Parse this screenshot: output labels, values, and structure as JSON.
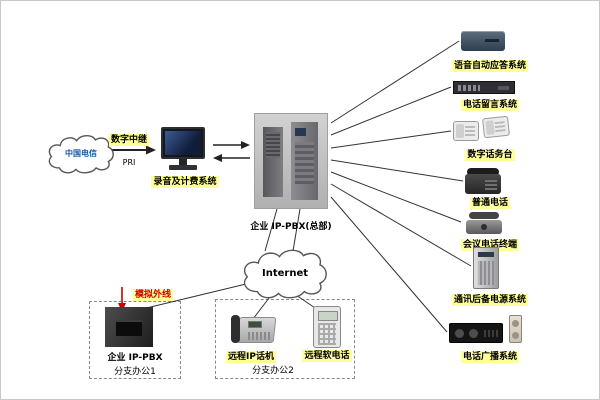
{
  "diagram": {
    "telecom": {
      "label": "中国电信"
    },
    "trunk": {
      "label": "数字中继",
      "pri": "PRI"
    },
    "billing": {
      "label": "录音及计费系统"
    },
    "hq": {
      "label": "企业 IP-PBX(总部)"
    },
    "internet": {
      "label": "Internet"
    },
    "analog": {
      "label": "模拟外线"
    },
    "branch1": {
      "device_label": "企业 IP-PBX",
      "site_label": "分支办公1"
    },
    "branch2": {
      "phone_label": "远程IP话机",
      "site_label": "分支办公2",
      "softphone_label": "远程软电话"
    },
    "right_devices": [
      {
        "label": "语音自动应答系统"
      },
      {
        "label": "电话留言系统"
      },
      {
        "label": "数字话务台"
      },
      {
        "label": "普通电话"
      },
      {
        "label": "会议电话终端"
      },
      {
        "label": "通讯后备电源系统"
      },
      {
        "label": "电话广播系统"
      }
    ]
  },
  "colors": {
    "label_highlight": "#ffff99",
    "accent_red": "#cc0000",
    "telecom_blue": "#1558a8",
    "line": "#333333"
  }
}
